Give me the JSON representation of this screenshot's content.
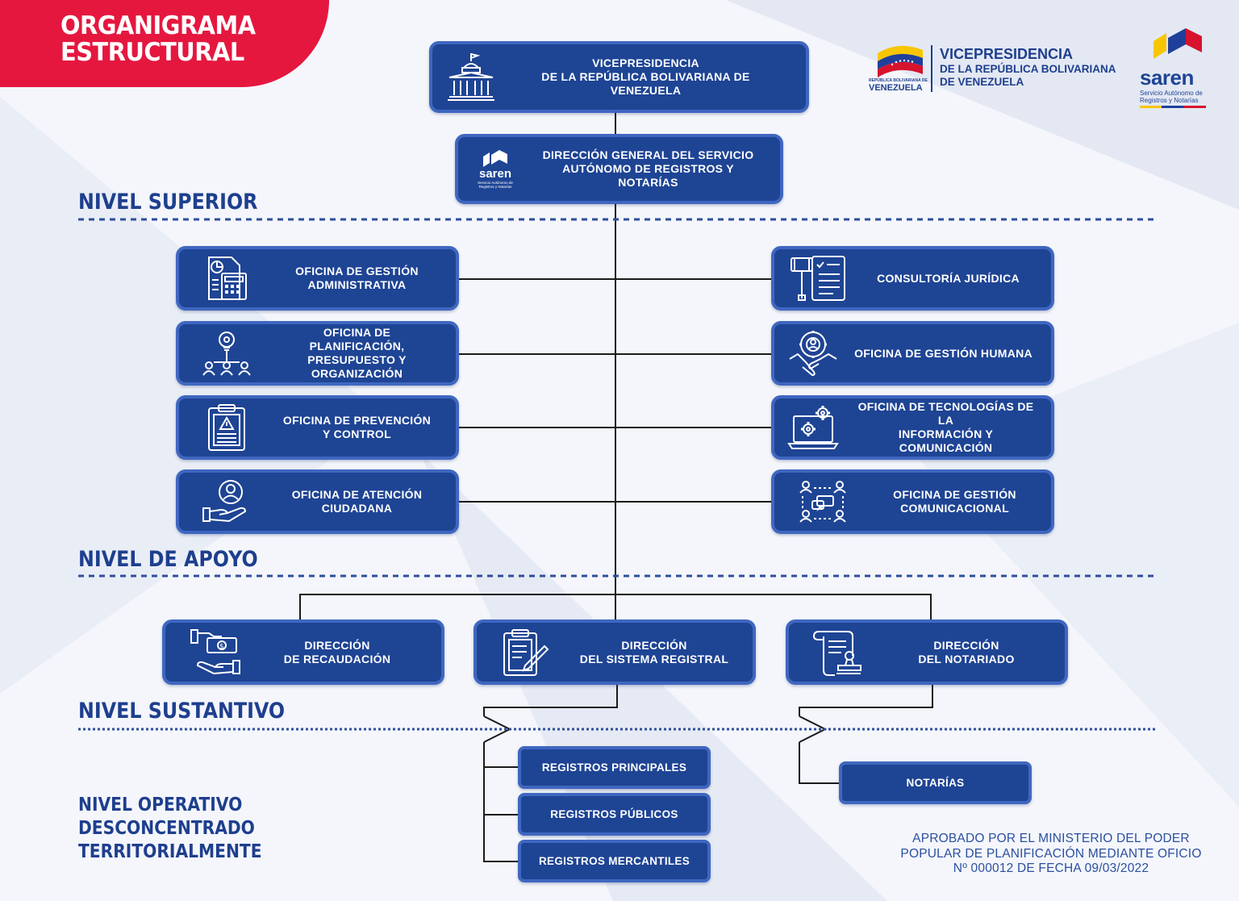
{
  "header": {
    "title": "ORGANIGRAMA\nESTRUCTURAL"
  },
  "logos": {
    "vp_title": "VICEPRESIDENCIA",
    "vp_subtitle": "DE LA REPÚBLICA BOLIVARIANA\nDE VENEZUELA",
    "flag_caption": "REPÚBLICA BOLIVARIANA DE",
    "flag_country": "VENEZUELA",
    "saren_word": "saren",
    "saren_tagline": "Servicio Autónomo de\nRegistros y Notarías"
  },
  "top": {
    "vicepresidencia": "VICEPRESIDENCIA\nDE LA REPÚBLICA BOLIVARIANA DE VENEZUELA",
    "direccion_general": "DIRECCIÓN GENERAL DEL SERVICIO\nAUTÓNOMO DE REGISTROS Y NOTARÍAS",
    "mini_logo_word": "saren",
    "mini_logo_tag": "Servicio Autónomo de\nRegistros y Notarías"
  },
  "levels": {
    "superior": "NIVEL SUPERIOR",
    "apoyo": "NIVEL DE APOYO",
    "sustantivo": "NIVEL SUSTANTIVO",
    "operativo": "NIVEL OPERATIVO\nDESCONCENTRADO\nTERRITORIALMENTE"
  },
  "support_left": [
    {
      "label": "OFICINA DE GESTIÓN\nADMINISTRATIVA",
      "icon": "calculator-document-icon"
    },
    {
      "label": "OFICINA DE PLANIFICACIÓN,\nPRESUPUESTO Y ORGANIZACIÓN",
      "icon": "planning-people-icon"
    },
    {
      "label": "OFICINA DE PREVENCIÓN\nY CONTROL",
      "icon": "clipboard-warning-icon"
    },
    {
      "label": "OFICINA DE ATENCIÓN\nCIUDADANA",
      "icon": "hand-user-icon"
    }
  ],
  "support_right": [
    {
      "label": "CONSULTORÍA JURÍDICA",
      "icon": "gavel-document-icon"
    },
    {
      "label": "OFICINA DE GESTIÓN HUMANA",
      "icon": "handshake-gear-icon"
    },
    {
      "label": "OFICINA DE TECNOLOGÍAS DE LA\nINFORMACIÓN Y COMUNICACIÓN",
      "icon": "laptop-gear-icon"
    },
    {
      "label": "OFICINA DE GESTIÓN\nCOMUNICACIONAL",
      "icon": "people-chat-icon"
    }
  ],
  "substantive": [
    {
      "label": "DIRECCIÓN\nDE RECAUDACIÓN",
      "icon": "money-hand-icon"
    },
    {
      "label": "DIRECCIÓN\nDEL SISTEMA REGISTRAL",
      "icon": "clipboard-pen-icon"
    },
    {
      "label": "DIRECCIÓN\nDEL NOTARIADO",
      "icon": "scroll-stamp-icon"
    }
  ],
  "operative": {
    "registros": [
      "REGISTROS PRINCIPALES",
      "REGISTROS PÚBLICOS",
      "REGISTROS MERCANTILES"
    ],
    "notarias": "NOTARÍAS"
  },
  "approval": "APROBADO POR EL MINISTERIO DEL PODER\nPOPULAR DE PLANIFICACIÓN MEDIANTE OFICIO\nNº 000012 DE FECHA 09/03/2022",
  "colors": {
    "box_fill": "#1e4494",
    "box_border": "#3f67c0",
    "accent_red": "#e5173f",
    "level_text": "#1e3f8e"
  }
}
